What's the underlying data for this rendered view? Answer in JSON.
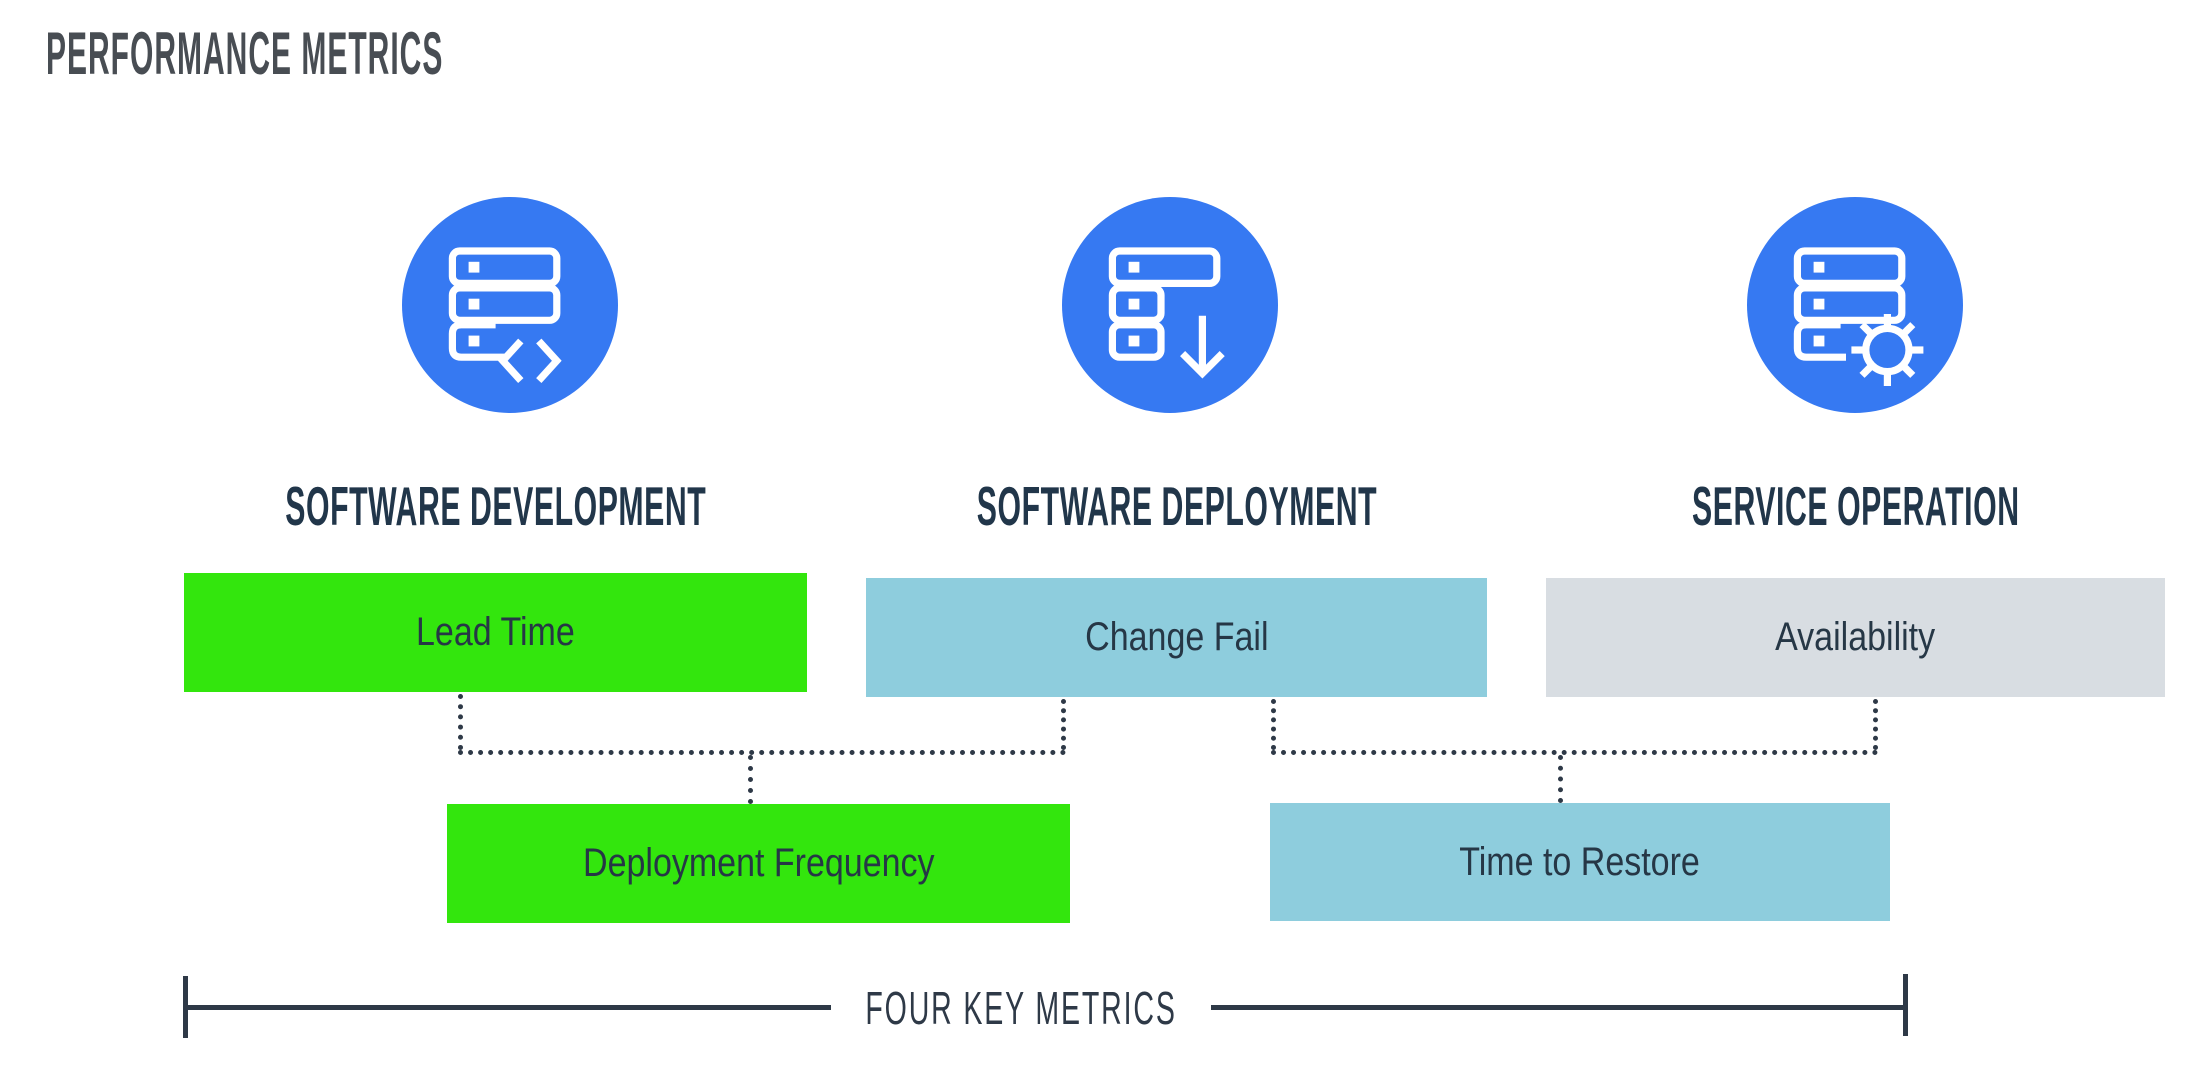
{
  "title": "PERFORMANCE METRICS",
  "colors": {
    "icon_blue": "#3679f2",
    "green": "#33e60d",
    "light_blue": "#8ecddd",
    "gray": "#d8dde2",
    "navy_text": "#263746",
    "line": "#2e3947"
  },
  "columns": [
    {
      "label": "SOFTWARE DEVELOPMENT",
      "icon": "server-code-icon"
    },
    {
      "label": "SOFTWARE DEPLOYMENT",
      "icon": "server-download-icon"
    },
    {
      "label": "SERVICE OPERATION",
      "icon": "server-gear-icon"
    }
  ],
  "metrics": [
    {
      "label": "Lead Time",
      "color_key": "green"
    },
    {
      "label": "Change Fail",
      "color_key": "light_blue"
    },
    {
      "label": "Availability",
      "color_key": "gray"
    },
    {
      "label": "Deployment Frequency",
      "color_key": "green"
    },
    {
      "label": "Time to Restore",
      "color_key": "light_blue"
    }
  ],
  "footer": {
    "label": "FOUR KEY METRICS"
  }
}
